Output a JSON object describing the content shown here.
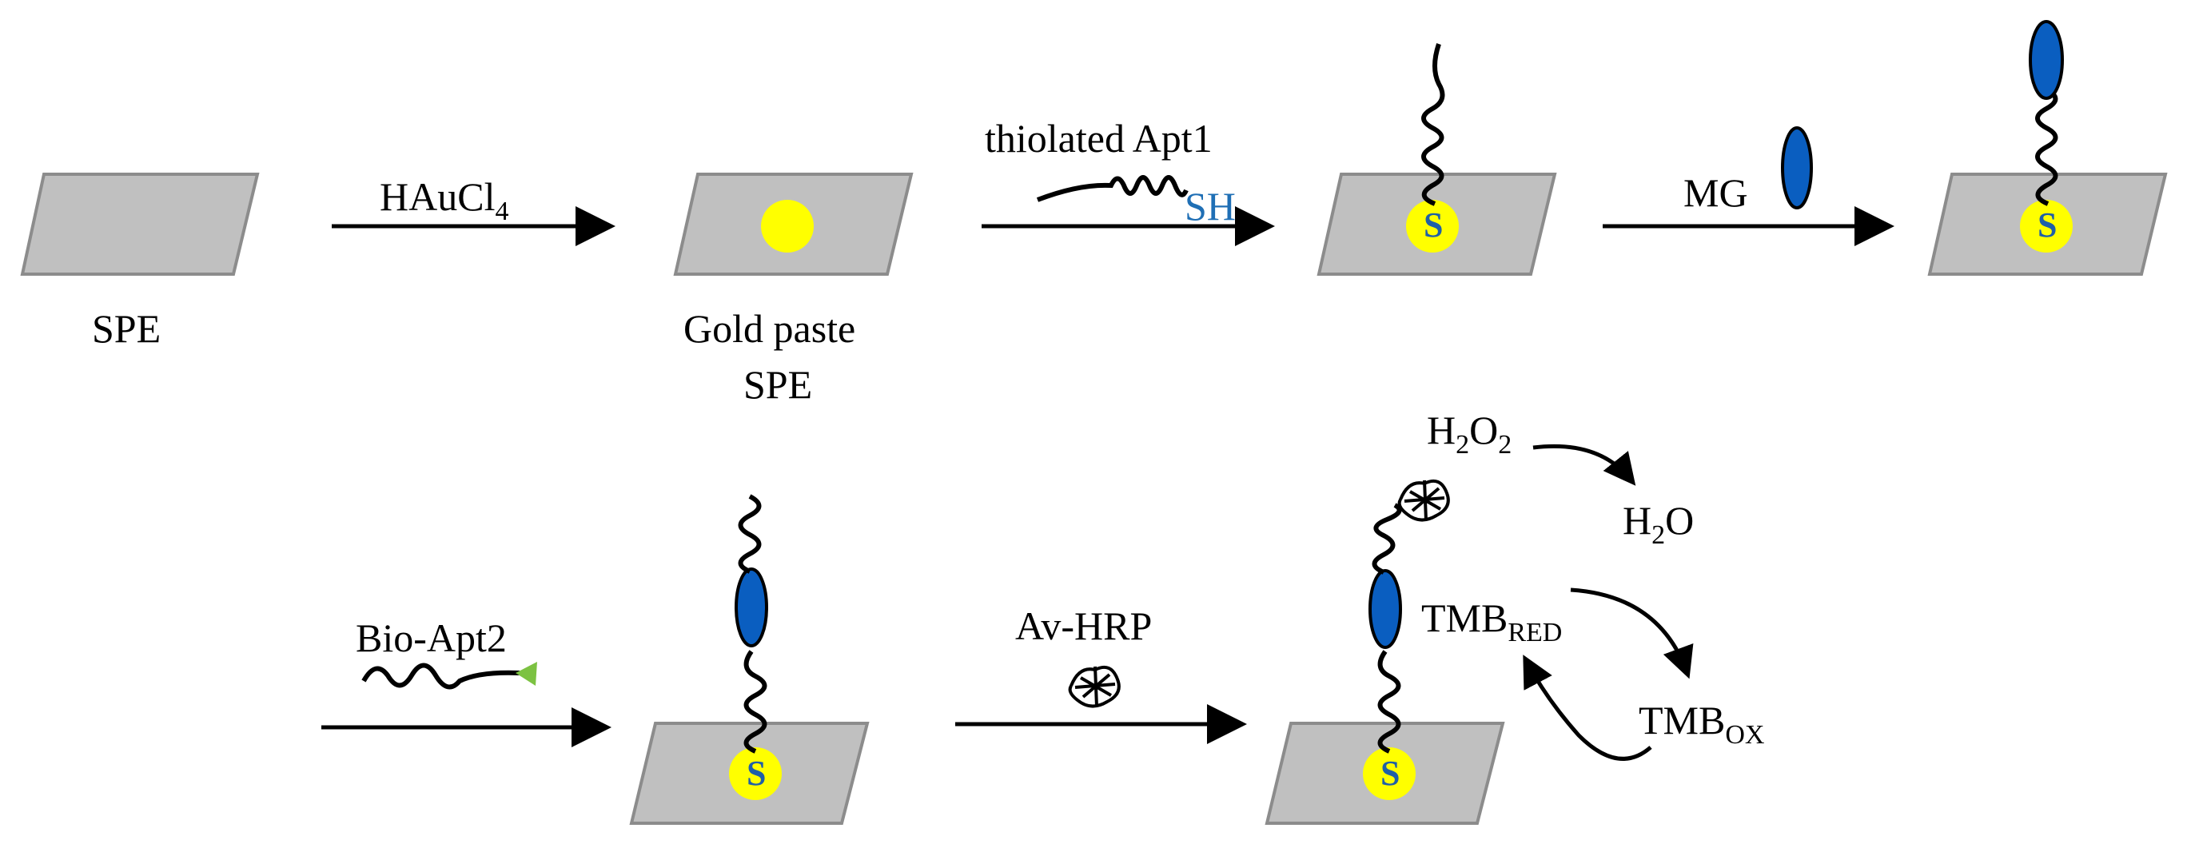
{
  "colors": {
    "electrode_fill": "#c0c0c0",
    "electrode_stroke": "#8c8c8c",
    "gold": "#ffff00",
    "protein": "#0a5ec0",
    "thiol_text": "#1f6fb5",
    "biotin": "#7cc242",
    "arrow": "#000000"
  },
  "row1": {
    "spe_label": "SPE",
    "step1_reagent": "HAuCl",
    "step1_reagent_sub": "4",
    "gold_label_line1": "Gold paste",
    "gold_label_line2": "SPE",
    "step2_reagent": "thiolated Apt1",
    "step2_sh": "SH",
    "thiol_s": "S",
    "step3_reagent": "MG",
    "thiol_s_2": "S"
  },
  "row2": {
    "step4_reagent": "Bio-Apt2",
    "thiol_s_3": "S",
    "step5_reagent": "Av-HRP",
    "thiol_s_4": "S",
    "h2o2": {
      "a": "H",
      "b": "2",
      "c": "O",
      "d": "2"
    },
    "h2o": {
      "a": "H",
      "b": "2",
      "c": "O"
    },
    "tmb_red": {
      "main": "TMB",
      "sub": "RED"
    },
    "tmb_ox": {
      "main": "TMB",
      "sub": "OX"
    }
  },
  "icons": [
    "electrode-icon",
    "gold-spot-icon",
    "aptamer-icon",
    "protein-icon",
    "biotin-icon",
    "hrp-enzyme-icon",
    "arrow-icon"
  ]
}
